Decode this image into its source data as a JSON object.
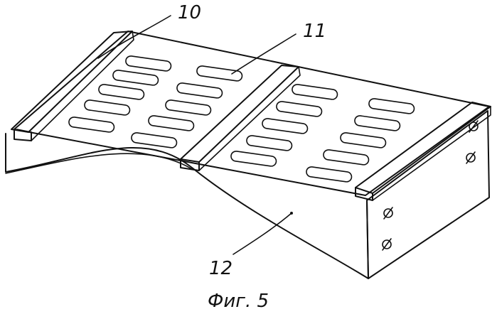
{
  "figure": {
    "caption": "Фиг. 5",
    "labels": {
      "part_10": "10",
      "part_11": "11",
      "part_12": "12"
    }
  }
}
